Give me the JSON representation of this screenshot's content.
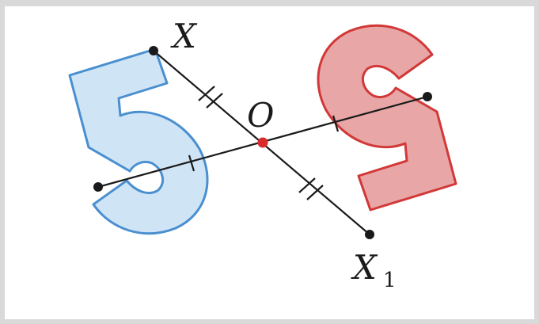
{
  "labels": {
    "x": "X",
    "x1_main": "X",
    "x1_sub": "1",
    "o": "O"
  },
  "colors": {
    "blue_fill": "#cfe5f5",
    "blue_stroke": "#4a8fd0",
    "red_fill": "#e8a6a6",
    "red_stroke": "#d23838",
    "center_point": "#d92b2b",
    "line": "#1a1a1a"
  }
}
